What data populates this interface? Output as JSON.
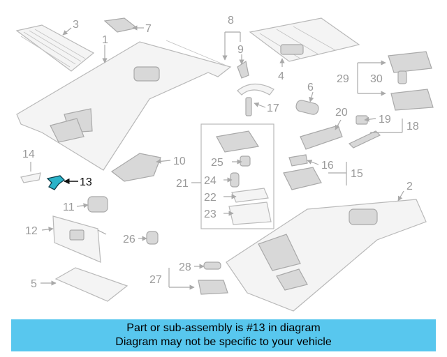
{
  "diagram": {
    "labels": [
      "1",
      "2",
      "3",
      "4",
      "5",
      "6",
      "7",
      "8",
      "9",
      "10",
      "11",
      "12",
      "13",
      "14",
      "15",
      "16",
      "17",
      "18",
      "19",
      "20",
      "21",
      "22",
      "23",
      "24",
      "25",
      "26",
      "27",
      "28",
      "29",
      "30"
    ],
    "highlighted_part": "13",
    "highlight_color": "#2ab3c9"
  },
  "banner": {
    "line1": "Part or sub-assembly is #13 in diagram",
    "line2": "Diagram may not be specific to your vehicle",
    "background": "#58c7ee"
  }
}
